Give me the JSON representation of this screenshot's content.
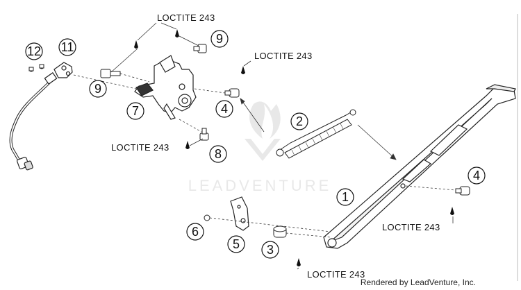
{
  "diagram": {
    "labels": {
      "l1": "LOCTITE 243",
      "l2": "LOCTITE 243",
      "l3": "LOCTITE 243",
      "l4": "LOCTITE 243",
      "l5": "LOCTITE 243"
    },
    "callouts": {
      "c12": "12",
      "c11": "11",
      "c9a": "9",
      "c9b": "9",
      "c7": "7",
      "c4a": "4",
      "c8": "8",
      "c2": "2",
      "c1": "1",
      "c4b": "4",
      "c6": "6",
      "c5": "5",
      "c3": "3"
    },
    "watermark": "LEADVENTURE",
    "footer": "Rendered by LeadVenture, Inc."
  }
}
